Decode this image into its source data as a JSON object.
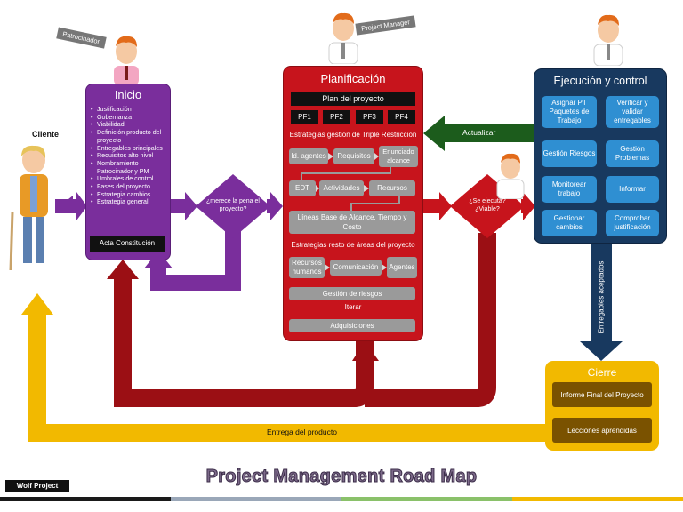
{
  "roles": {
    "sponsor": "Patrocinador",
    "project_manager": "Project Manager",
    "client": "Cliente"
  },
  "inicio": {
    "title": "Inicio",
    "items": [
      "Justificación",
      "Gobernanza",
      "Viabilidad",
      "Definición producto del proyecto",
      "Entregables principales",
      "Requisitos alto nivel",
      "Nombramiento Patrocinador y PM",
      "Umbrales de control",
      "Fases del proyecto",
      "Estrategia cambios",
      "Estrategia general"
    ],
    "acta": "Acta Constitución"
  },
  "decision1": "¿merece la pena el proyecto?",
  "decision2": "¿Se ejecuta? ¿Viable?",
  "planificacion": {
    "title": "Planificación",
    "plan_label": "Plan del proyecto",
    "phases": [
      "PF1",
      "PF2",
      "PF3",
      "PF4"
    ],
    "triple_header": "Estrategias gestión de Triple Restricción",
    "row1": [
      "Id. agentes",
      "Requisitos",
      "Enunciado alcance"
    ],
    "row2": [
      "EDT",
      "Actividades",
      "Recursos"
    ],
    "baseline": "Líneas Base de Alcance, Tiempo y Costo",
    "other_header": "Estrategias resto de áreas del proyecto",
    "row3": [
      "Recursos humanos",
      "Comunicación",
      "Agentes"
    ],
    "risks": "Gestión de riesgos",
    "iterar": "Iterar",
    "adquisiciones": "Adquisiciones"
  },
  "ejecucion": {
    "title": "Ejecución y control",
    "items": [
      "Asignar PT Paquetes de Trabajo",
      "Verificar y validar entregables",
      "Gestión Riesgos",
      "Gestión Problemas",
      "Monitorear trabajo",
      "Informar",
      "Gestionar cambios",
      "Comprobar justificación"
    ]
  },
  "actualizar": "Actualizar",
  "entregables_aceptados": "Entregables aceptados",
  "cierre": {
    "title": "Cierre",
    "items": [
      "Informe Final del Proyecto",
      "Lecciones aprendidas"
    ]
  },
  "entrega": "Entrega del producto",
  "footer": {
    "title": "Project Management Road Map",
    "logo": "Wolf Project"
  },
  "colors": {
    "purple": "#7a2e9c",
    "red": "#c7141c",
    "navy": "#18395f",
    "blue": "#2f8fd2",
    "yellow": "#f2b900",
    "green": "#1c5c1c",
    "brown": "#7a5200"
  },
  "icons": [
    "person-illustration",
    "tag-label",
    "arrow"
  ]
}
